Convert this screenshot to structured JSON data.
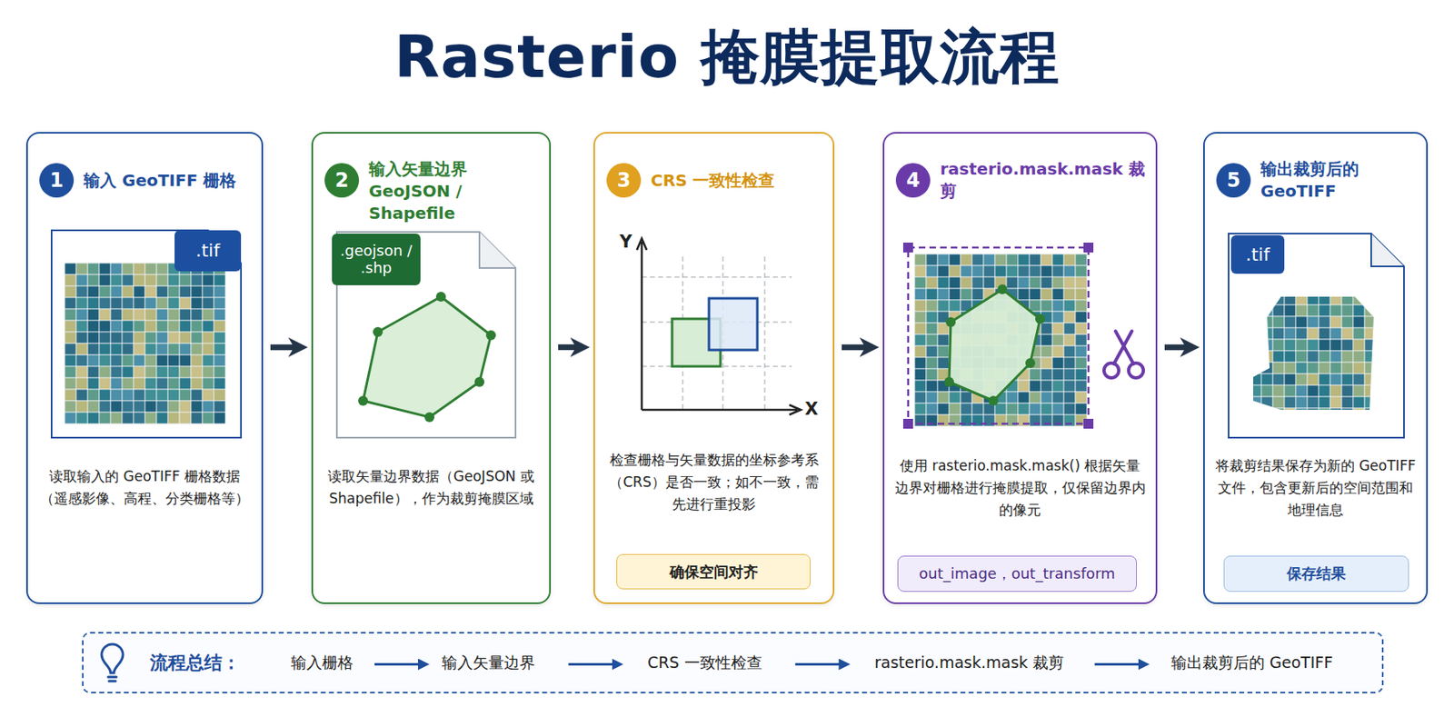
{
  "diagram": {
    "title": "Rasterio 掩膜提取流程",
    "nodes": [
      {
        "text": [
          "输入 GeoTIFF 栅格",
          "读取输入的 GeoTIFF 栅格数据（遥感影像、高程、分类栅格等）"
        ]
      },
      {
        "text": [
          "1"
        ],
        "in": 0
      },
      {
        "text": [
          ".tif"
        ],
        "in": 0
      },
      {
        "text": [
          "输入矢量边界 GeoJSON / Shapefile",
          "读取矢量边界数据（GeoJSON 或 Shapefile），作为裁剪掩膜区域"
        ]
      },
      {
        "text": [
          "2"
        ],
        "in": 3
      },
      {
        "text": [
          ".geojson / .shp"
        ],
        "in": 3
      },
      {
        "text": [
          "CRS 一致性检查",
          "检查栅格与矢量数据的坐标参考系（CRS）是否一致；如不一致，需先进行重投影"
        ]
      },
      {
        "text": [
          "3"
        ],
        "in": 6
      },
      {
        "text": [
          "确保空间对齐"
        ],
        "in": 6
      },
      {
        "text": [
          "rasterio.mask.mask 裁剪",
          "使用 rasterio.mask.mask() 根据矢量边界对栅格进行掩膜提取，仅保留边界内的像元"
        ]
      },
      {
        "text": [
          "4"
        ],
        "in": 9
      },
      {
        "text": [
          "out_image，out_transform"
        ],
        "in": 9
      },
      {
        "text": [
          "输出裁剪后的 GeoTIFF",
          "将裁剪结果保存为新的 GeoTIFF 文件，包含更新后的空间范围和地理信息"
        ]
      },
      {
        "text": [
          "5"
        ],
        "in": 12
      },
      {
        "text": [
          ".tif"
        ],
        "in": 12
      },
      {
        "text": [
          "保存结果"
        ],
        "in": 12
      },
      {
        "text": [
          "流程总结：",
          "输入栅格",
          "输入矢量边界",
          "CRS 一致性检查",
          "rasterio.mask.mask 裁剪",
          "输出裁剪后的 GeoTIFF"
        ]
      }
    ],
    "edges": [
      {
        "from": 0,
        "to": 3,
        "arrow": "to"
      },
      {
        "from": 3,
        "to": 6,
        "arrow": "to"
      },
      {
        "from": 6,
        "to": 9,
        "arrow": "to"
      },
      {
        "from": 9,
        "to": 12,
        "arrow": "to"
      }
    ],
    "labels": [
      "Y",
      "X"
    ]
  }
}
